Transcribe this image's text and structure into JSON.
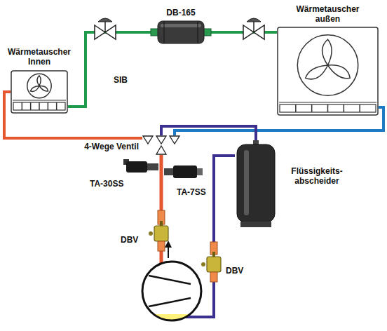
{
  "diagram": {
    "nodes": [
      {
        "text": [
          "Wärmetauscher Innen"
        ]
      },
      {
        "text": [
          "DB-165"
        ]
      },
      {
        "text": [
          "Wärmetauscher außen"
        ]
      },
      {
        "text": [
          "4-Wege Ventil"
        ]
      },
      {
        "text": [
          "Flüssigkeits- abscheider"
        ]
      }
    ],
    "edges": [
      {
        "from": 0,
        "to": 1,
        "arrow": "none"
      },
      {
        "from": 1,
        "to": 2,
        "arrow": "none"
      },
      {
        "from": 0,
        "to": 3,
        "arrow": "none"
      },
      {
        "from": 2,
        "to": 3,
        "arrow": "none"
      },
      {
        "from": 3,
        "to": 4,
        "arrow": "none"
      }
    ],
    "labels": [
      "SIB",
      "TA-30SS",
      "TA-7SS",
      "DBV",
      "DBV"
    ]
  }
}
